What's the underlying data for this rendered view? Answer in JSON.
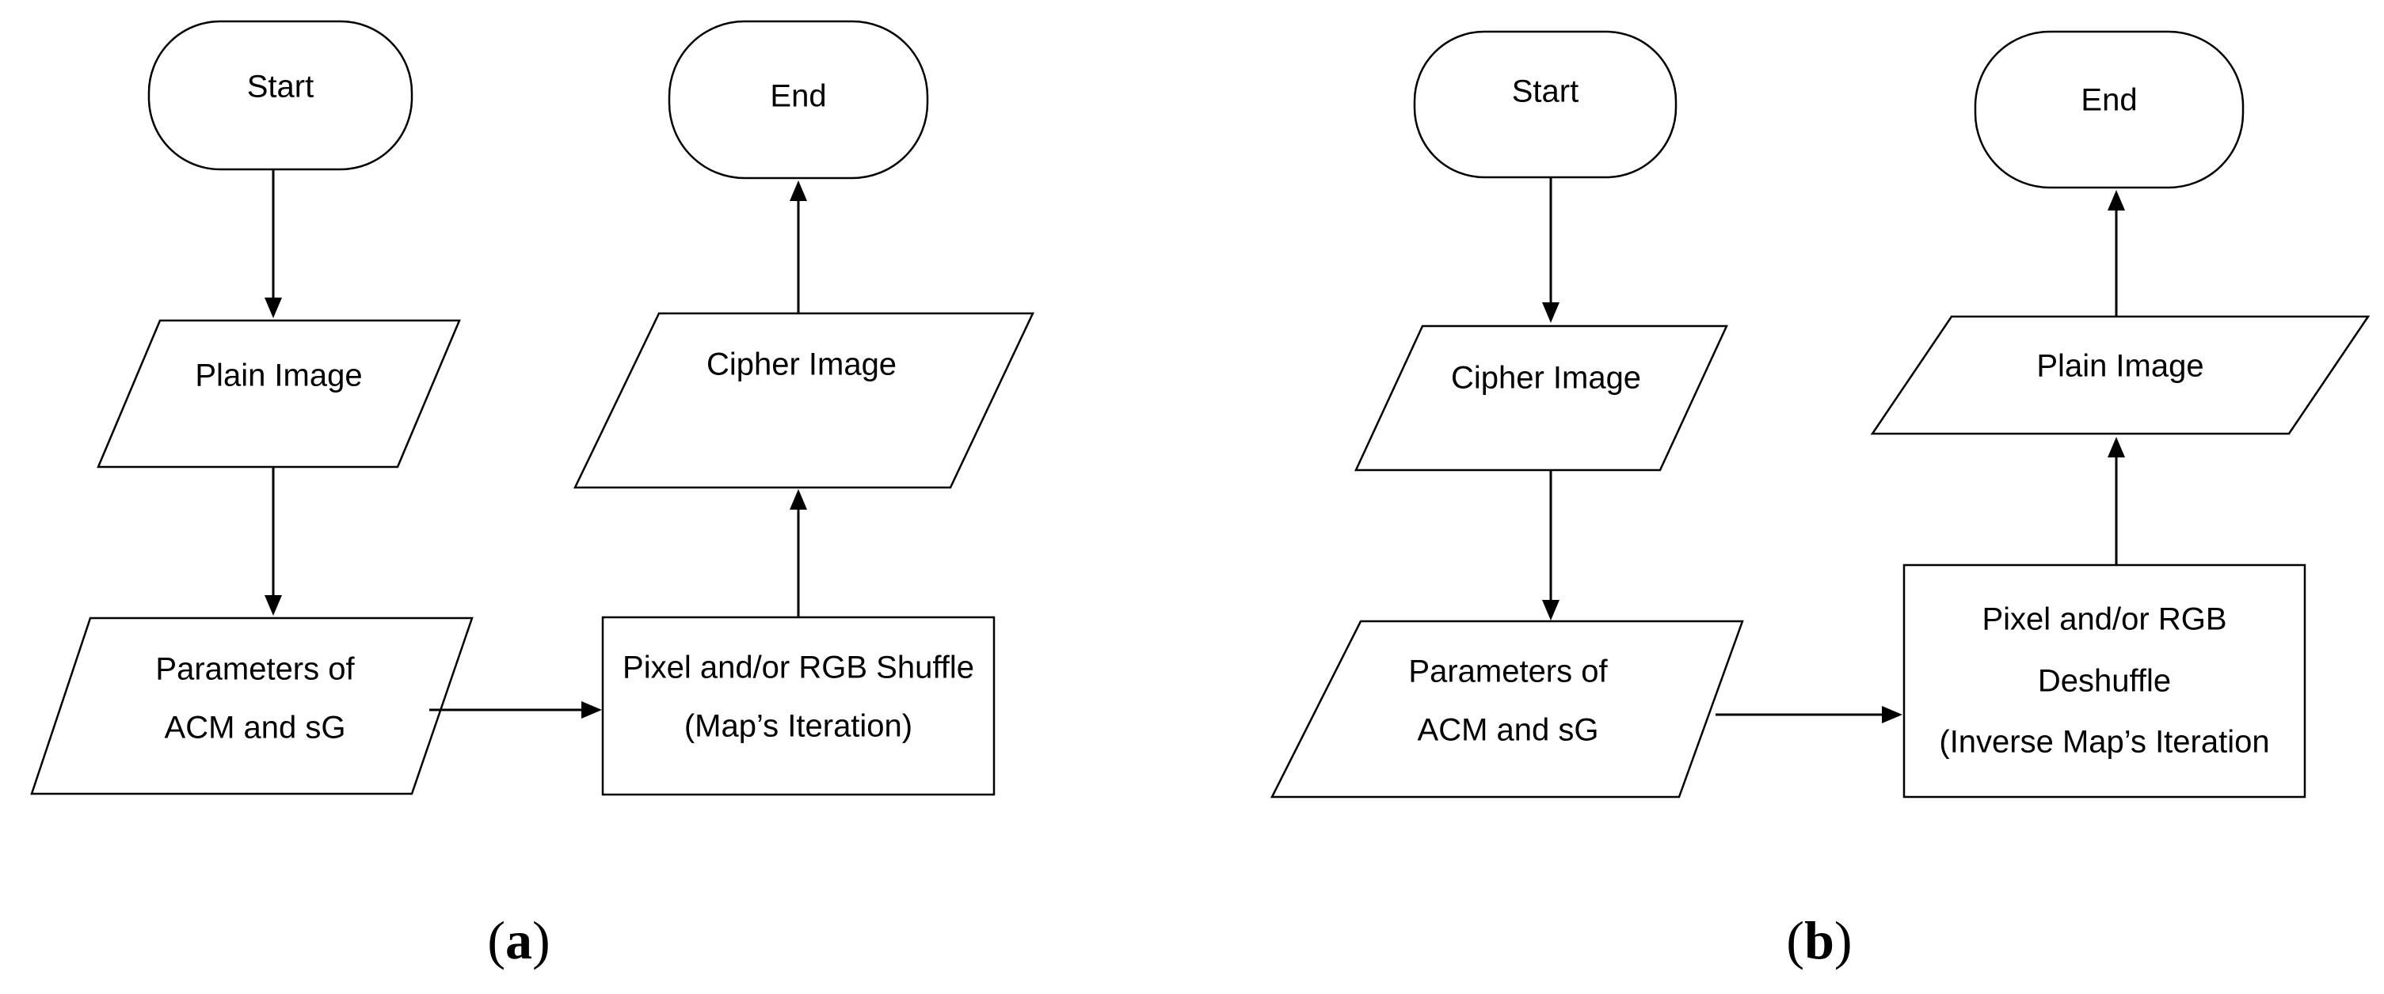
{
  "panel_a": {
    "start": "Start",
    "input": "Plain Image",
    "params_line1": "Parameters of",
    "params_line2": "ACM and sG",
    "process_line1": "Pixel and/or RGB Shuffle",
    "process_line2": "(Map’s Iteration)",
    "output": "Cipher Image",
    "end": "End",
    "caption_open": "(",
    "caption_letter": "a",
    "caption_close": ")"
  },
  "panel_b": {
    "start": "Start",
    "input": "Cipher Image",
    "params_line1": "Parameters of",
    "params_line2": "ACM and sG",
    "process_line1": "Pixel and/or RGB",
    "process_line2": "Deshuffle",
    "process_line3": "(Inverse Map’s Iteration",
    "output": "Plain Image",
    "end": "End",
    "caption_open": "(",
    "caption_letter": "b",
    "caption_close": ")"
  },
  "colors": {
    "stroke": "#000000",
    "fill": "#ffffff"
  }
}
